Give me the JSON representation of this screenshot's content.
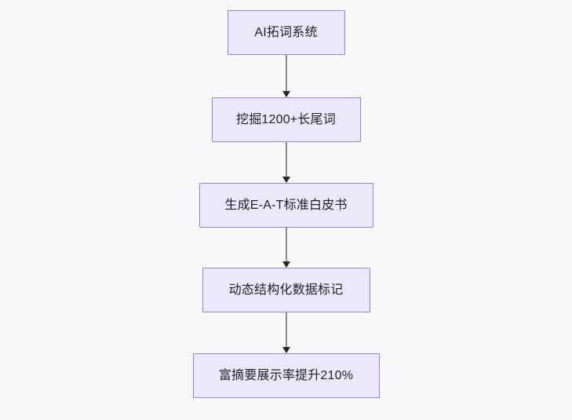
{
  "diagram": {
    "type": "flowchart",
    "direction": "top-to-bottom",
    "background_color": "#f8f8f9",
    "node_fill_color": "#ece8fb",
    "node_border_color": "#9f7fd6",
    "node_text_color": "#1f1f24",
    "edge_line_color": "#8b8b8b",
    "edge_arrow_color": "#262626",
    "nodes": [
      {
        "id": "n1",
        "label": "AI拓词系统"
      },
      {
        "id": "n2",
        "label": "挖掘1200+长尾词"
      },
      {
        "id": "n3",
        "label": "生成E-A-T标准白皮书"
      },
      {
        "id": "n4",
        "label": "动态结构化数据标记"
      },
      {
        "id": "n5",
        "label": "富摘要展示率提升210%"
      }
    ],
    "edges": [
      {
        "from": "n1",
        "to": "n2",
        "label": ""
      },
      {
        "from": "n2",
        "to": "n3",
        "label": ""
      },
      {
        "from": "n3",
        "to": "n4",
        "label": ""
      },
      {
        "from": "n4",
        "to": "n5",
        "label": ""
      }
    ]
  }
}
